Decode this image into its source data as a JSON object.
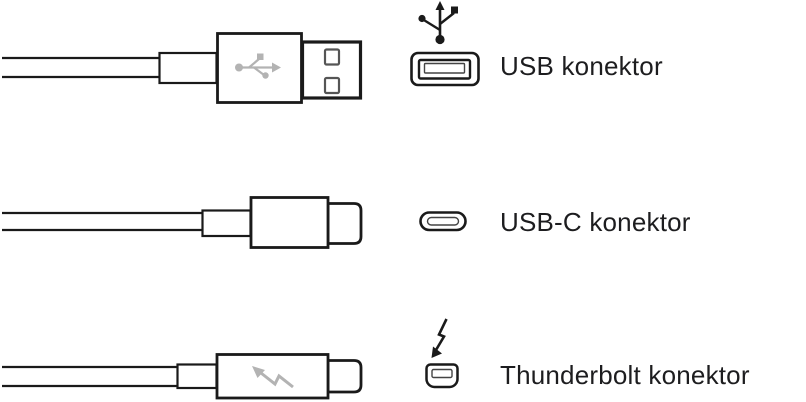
{
  "figure": {
    "description_rows": 3,
    "colors": {
      "outline": "#1a1a1a",
      "icon_gray": "#b3b3b3",
      "text": "#1d1d1f",
      "background": "#ffffff"
    },
    "rows": [
      {
        "name": "usb",
        "label": "USB konektor",
        "symbol_icon": "usb-trident-icon",
        "port_icon": "usb-a-port-icon"
      },
      {
        "name": "usb-c",
        "label": "USB-C konektor",
        "symbol_icon": null,
        "port_icon": "usb-c-port-icon"
      },
      {
        "name": "thunderbolt",
        "label": "Thunderbolt konektor",
        "symbol_icon": "thunderbolt-bolt-icon",
        "port_icon": "mini-displayport-port-icon"
      }
    ]
  }
}
